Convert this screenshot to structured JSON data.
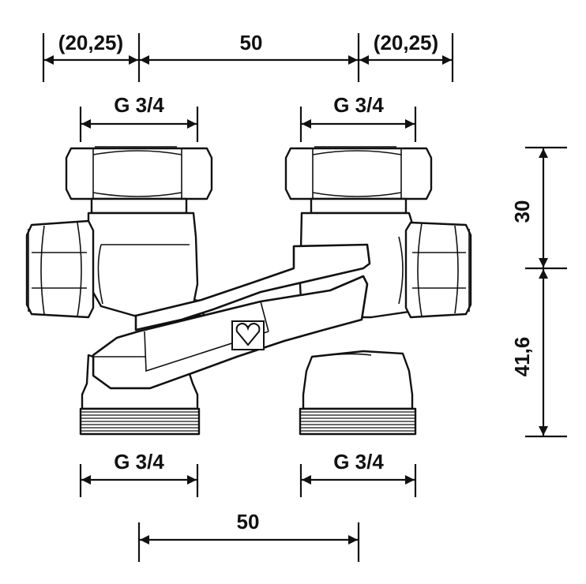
{
  "dimensions": {
    "top_left_offset": "(20,25)",
    "top_center_spacing": "50",
    "top_right_offset": "(20,25)",
    "top_left_thread": "G 3/4",
    "top_right_thread": "G 3/4",
    "bottom_left_thread": "G 3/4",
    "bottom_right_thread": "G 3/4",
    "bottom_center_spacing": "50",
    "right_upper_height": "30",
    "right_lower_height": "41,6"
  },
  "colors": {
    "line": "#111111",
    "background": "#ffffff"
  }
}
